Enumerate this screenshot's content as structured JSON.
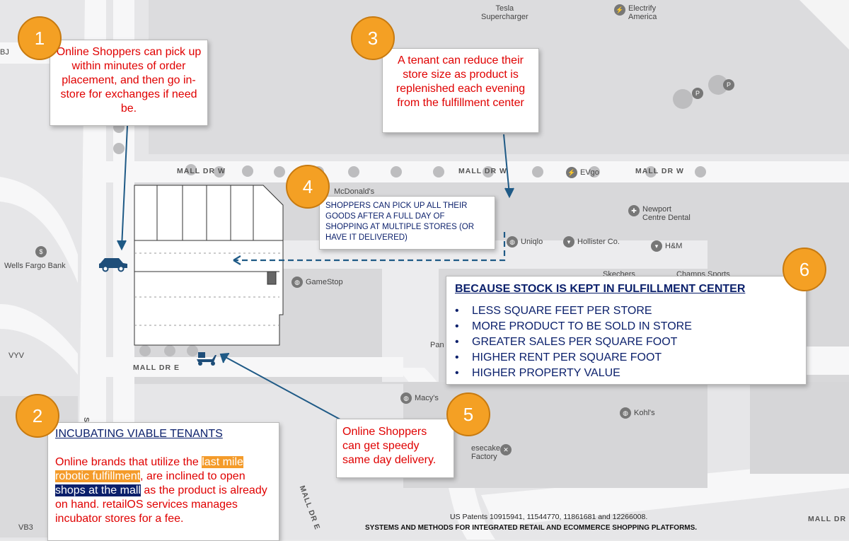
{
  "map": {
    "roads": {
      "mall_dr_w_left": "MALL DR W",
      "mall_dr_w_mid": "MALL DR W",
      "mall_dr_w_right": "MALL DR W",
      "mall_dr_e_left": "MALL DR E",
      "mall_dr_e_bottom": "MALL DR E",
      "mall_dr_e_diag": "MALL DR E",
      "six": "SIX"
    },
    "pois": {
      "tesla": "Tesla\nSupercharger",
      "electrify": "Electrify\nAmerica",
      "bj": "BJ",
      "mcdonalds": "McDonald's",
      "evgo": "EVgo",
      "newport_dental": "Newport\nCentre Dental",
      "uniqlo": "Uniqlo",
      "hollister": "Hollister Co.",
      "hm": "H&M",
      "skechers": "Skechers",
      "champs": "Champs Sports",
      "gamestop": "GameStop",
      "wells_fargo": "Wells Fargo Bank",
      "vyv": "VYV",
      "vb3": "VB3",
      "pan": "Pan",
      "macys": "Macy's",
      "kohls": "Kohl's",
      "cheesecake": "esecake\nFactory",
      "parking": "P"
    }
  },
  "callouts": {
    "c1": {
      "number": "1",
      "text": "Online Shoppers can pick up within minutes of order placement, and then go in-store for exchanges if need be."
    },
    "c2": {
      "number": "2",
      "title": "INCUBATING VIABLE TENANTS",
      "text_a": "Online brands that utilize the ",
      "hl_a": "last mile robotic fulfillment",
      "text_b": ", are inclined to open ",
      "hl_b": "shops at the mall",
      "text_c": " as the product is already on hand. retailOS services manages incubator stores for a fee."
    },
    "c3": {
      "number": "3",
      "text": "A tenant can reduce their store size as product is replenished each evening from the fulfillment center"
    },
    "c4": {
      "number": "4",
      "text": "SHOPPERS CAN PICK UP ALL THEIR GOODS AFTER A FULL DAY OF SHOPPING AT MULTIPLE STORES (OR HAVE IT DELIVERED)"
    },
    "c5": {
      "number": "5",
      "text": "Online Shoppers can get speedy same day delivery."
    },
    "c6": {
      "number": "6",
      "title": "BECAUSE STOCK IS KEPT IN FULFILLMENT CENTER",
      "items": [
        "LESS SQUARE FEET PER STORE",
        "MORE PRODUCT TO BE SOLD IN STORE",
        "GREATER SALES PER SQUARE FOOT",
        "HIGHER RENT PER SQUARE FOOT",
        "HIGHER PROPERTY VALUE"
      ]
    }
  },
  "footer": {
    "patents": "US Patents 10915941, 11544770, 11861681 and 12266008.",
    "title": "SYSTEMS AND METHODS FOR INTEGRATED RETAIL AND ECOMMERCE SHOPPING PLATFORMS."
  },
  "colors": {
    "accent_orange": "#f4a024",
    "callout_red": "#e00000",
    "navy": "#0a1f6b",
    "arrow_blue": "#1f5a86"
  }
}
